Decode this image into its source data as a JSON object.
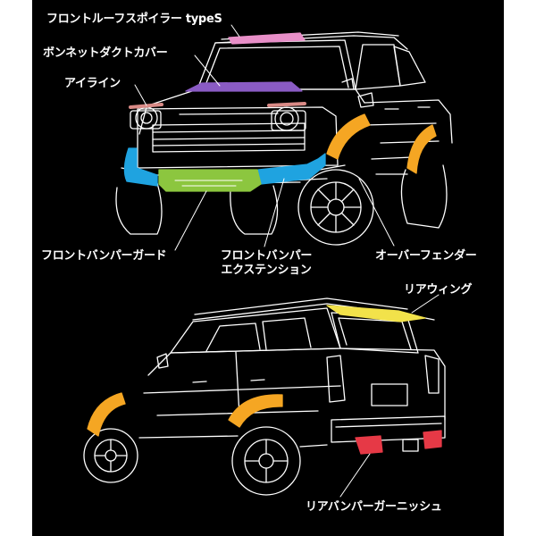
{
  "labels": {
    "front_roof_spoiler": "フロントルーフスポイラー typeS",
    "bonnet_duct_cover": "ボンネットダクトカバー",
    "eyeline": "アイライン",
    "front_bumper_guard": "フロントバンパーガード",
    "front_bumper_extension_line1": "フロントバンパー",
    "front_bumper_extension_line2": "エクステンション",
    "over_fender": "オーバーフェンダー",
    "rear_wing": "リアウィング",
    "rear_bumper_garnish": "リアバンパーガーニッシュ"
  },
  "colors": {
    "background": "#000000",
    "margin": "#ffffff",
    "outline": "#ffffff",
    "roof_spoiler": "#e88fc8",
    "bonnet_duct": "#8a5bc4",
    "eyeline": "#d98a86",
    "bumper_guard": "#8cc63f",
    "bumper_extension": "#1fa3e0",
    "over_fender": "#f5a623",
    "rear_wing": "#f2e24a",
    "rear_garnish": "#e63946"
  }
}
